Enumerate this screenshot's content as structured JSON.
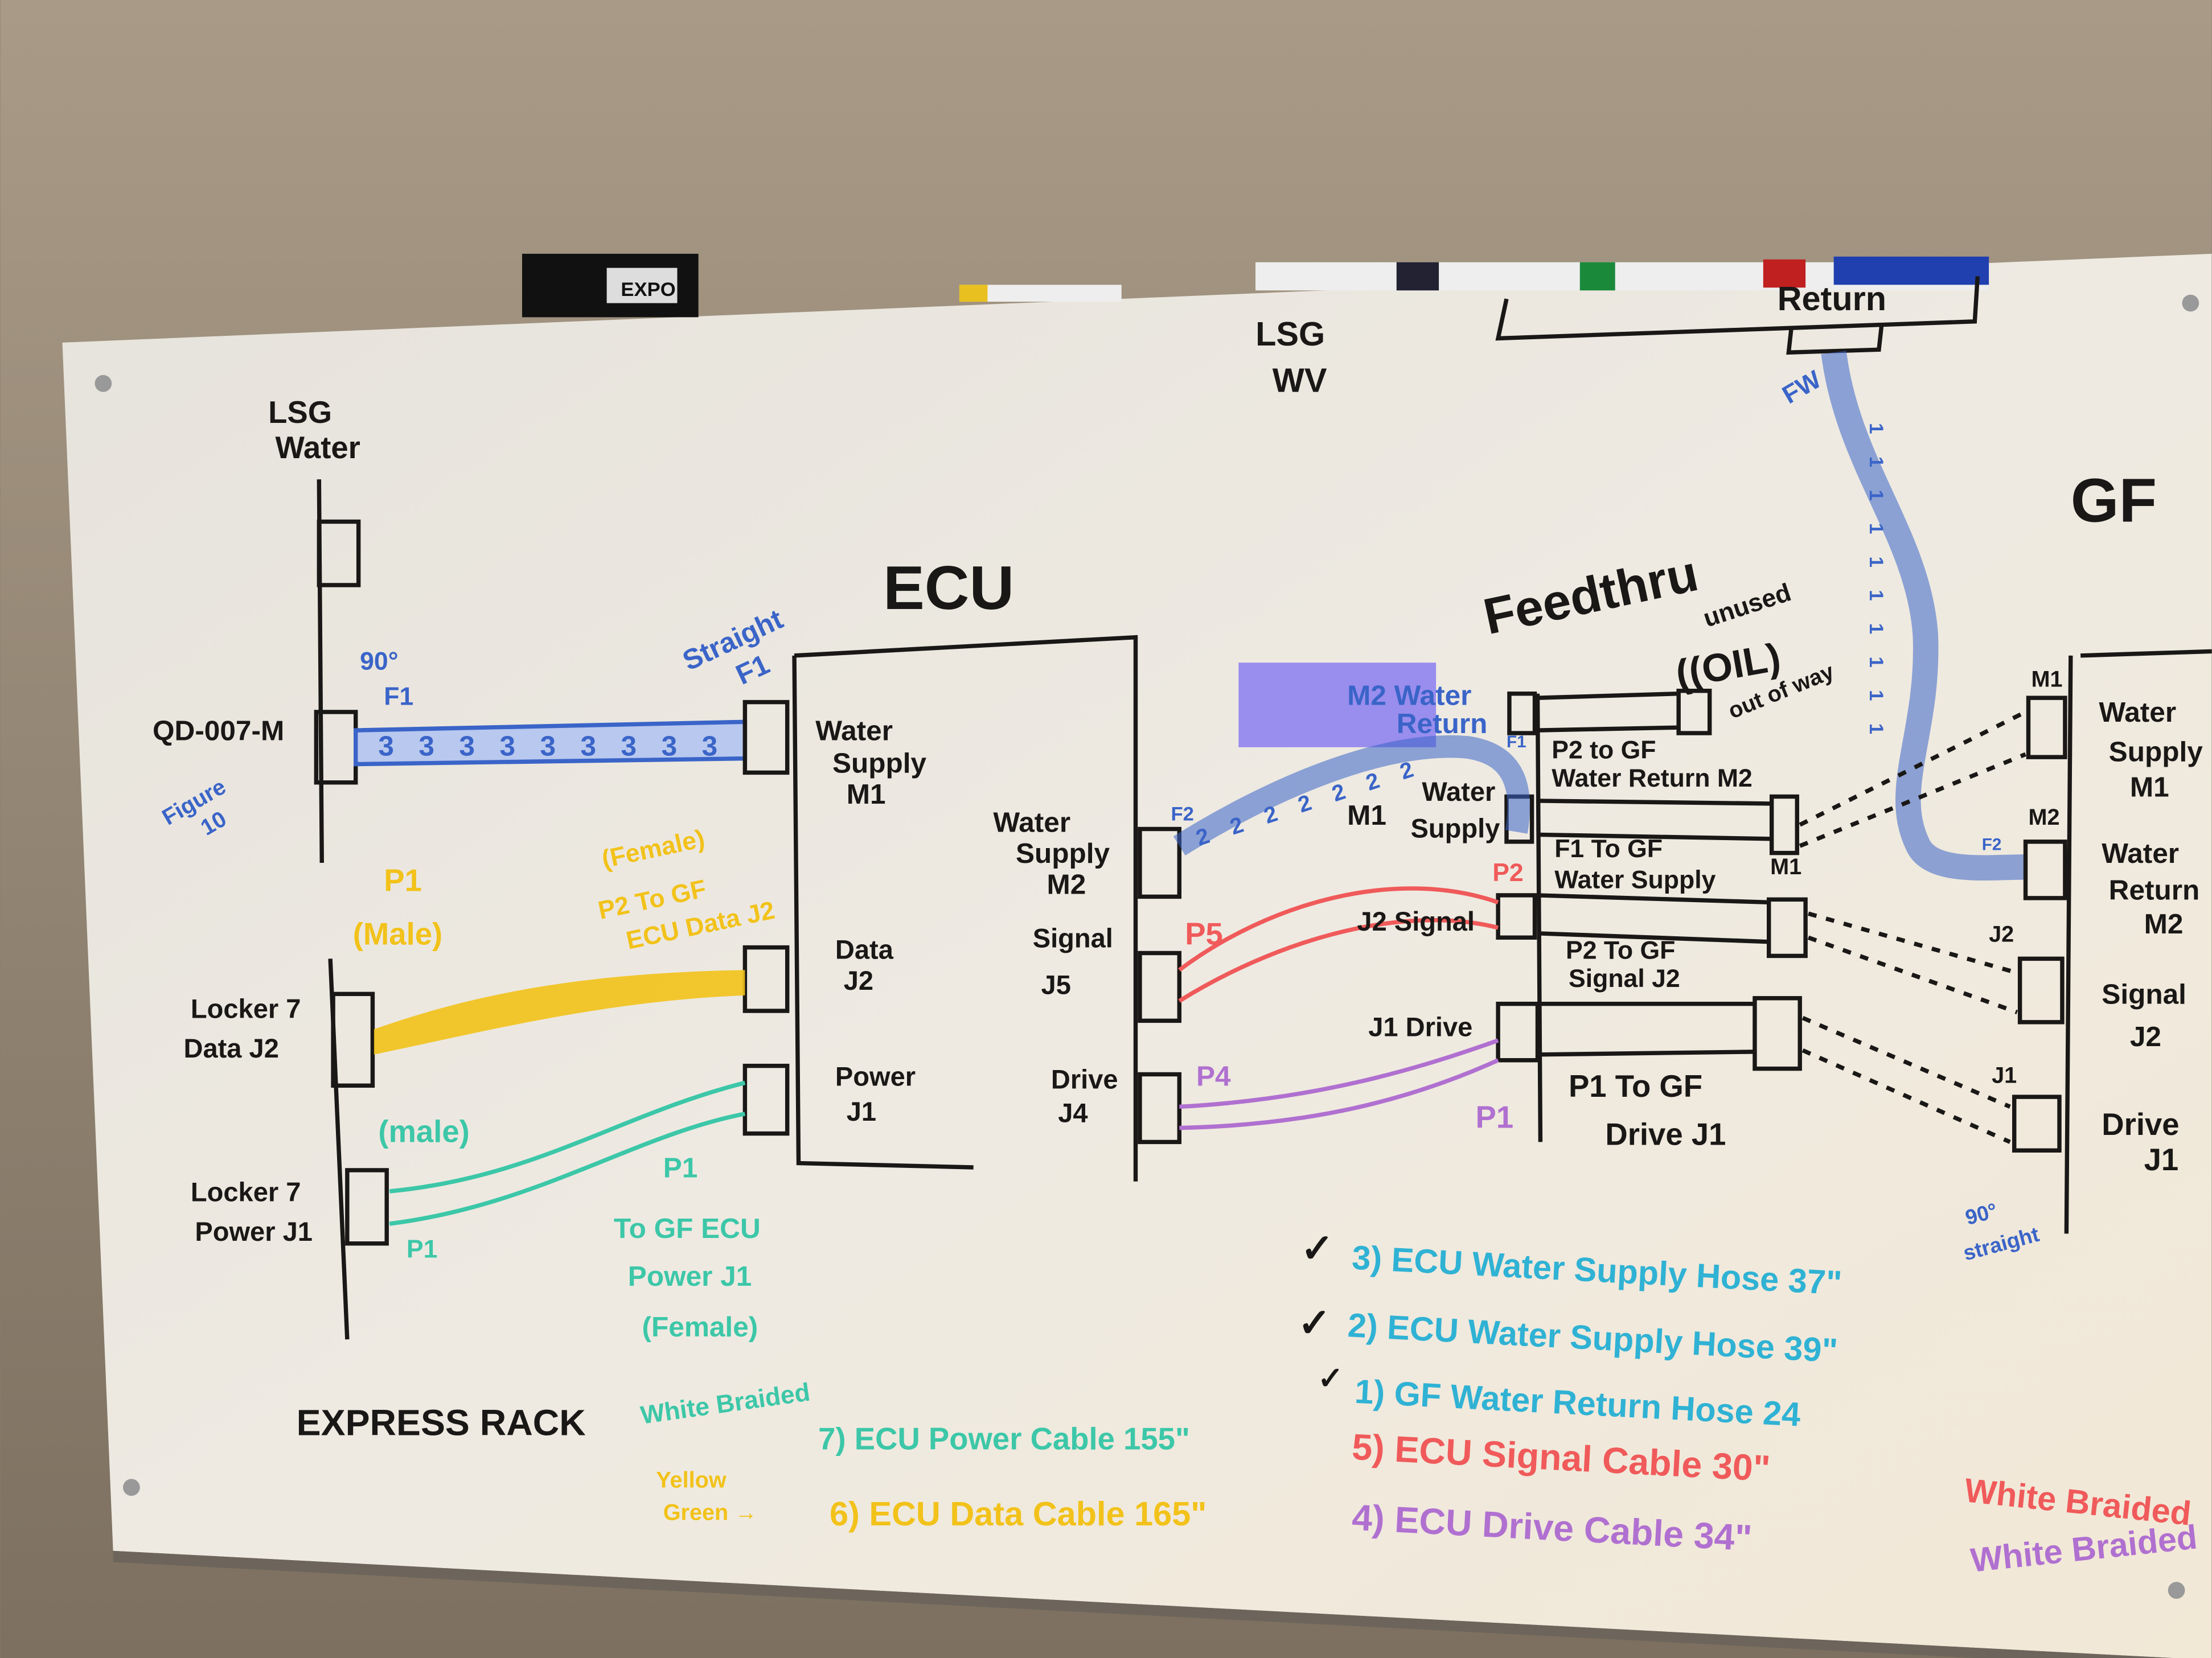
{
  "eraser_label": "EXPO",
  "labels": {
    "lsg_water": [
      "LSG",
      "Water"
    ],
    "qd": "QD-007-M",
    "ninety_f1": [
      "90°",
      "F1"
    ],
    "figure": [
      "Figure",
      "10"
    ],
    "hose_marks_left": "3 3 3 3 3 3 3 3 3",
    "straight_f1": [
      "Straight",
      "F1"
    ],
    "ecu": "ECU",
    "ecu_water_supply_m1": [
      "Water",
      "Supply",
      "M1"
    ],
    "ecu_water_supply_m2": [
      "Water",
      "Supply",
      "M2"
    ],
    "ecu_data": [
      "Data",
      "J2"
    ],
    "ecu_signal": [
      "Signal",
      "J5"
    ],
    "ecu_power": [
      "Power",
      "J1"
    ],
    "ecu_drive": [
      "Drive",
      "J4"
    ],
    "p1_male_yellow": [
      "P1",
      "(Male)"
    ],
    "yellow_female": [
      "(Female)",
      "P2 To GF",
      "ECU Data J2"
    ],
    "locker_data": [
      "Locker 7",
      "Data J2"
    ],
    "teal_male": "(male)",
    "teal_p1_top": "P1",
    "teal_p1_bottom": "P1",
    "locker_power": [
      "Locker 7",
      "Power J1"
    ],
    "teal_to_gf": [
      "To GF ECU",
      "Power J1",
      "(Female)"
    ],
    "express_rack": "EXPRESS RACK",
    "white_braided_teal": "White Braided",
    "power_cable": "7) ECU Power Cable 155\"",
    "yellow_green": [
      "Yellow",
      "Green →"
    ],
    "data_cable": "6) ECU Data Cable 165\"",
    "lsg_wv": [
      "LSG",
      "WV"
    ],
    "return": "Return",
    "fw": "FW",
    "hose_marks_right": "1 1 1 1 1 1 1 1 1 1",
    "hose_marks_mid": "2 2 2 2 2 2 2",
    "gf": "GF",
    "feedthru": "Feedthru",
    "unused": "unused",
    "oil": "((OIL)",
    "out_of_way": "out of way",
    "m2_water_return": [
      "M2 Water",
      "Return"
    ],
    "f2_left": "F2",
    "f1_small": "F1",
    "m1": "M1",
    "water_supply_ft": [
      "Water",
      "Supply"
    ],
    "p2_water_return": [
      "P2 to GF",
      "Water Return M2"
    ],
    "f1_water_supply": [
      "F1 To GF",
      "Water Supply"
    ],
    "m1_right": "M1",
    "p5": "P5",
    "p2_red": "P2",
    "j2_signal": "J2 Signal",
    "p2_signal": [
      "P2 To GF",
      "Signal J2"
    ],
    "j1_drive": "J1 Drive",
    "p4": "P4",
    "p1_purple": "P1",
    "p1_drive": [
      "P1 To GF",
      "Drive J1"
    ],
    "gf_m1": "M1",
    "gf_water_supply": [
      "Water",
      "Supply",
      "M1"
    ],
    "gf_m2": "M2",
    "gf_water_return": [
      "Water",
      "Return",
      "M2"
    ],
    "gf_j2": "J2",
    "gf_signal": [
      "Signal",
      "J2"
    ],
    "gf_j1": "J1",
    "gf_drive": [
      "Drive",
      "J1"
    ],
    "f2_right": "F2",
    "ninety_straight": [
      "90°",
      "straight"
    ]
  },
  "legend": [
    {
      "check": "✓",
      "text": "3) ECU Water Supply Hose 37\""
    },
    {
      "check": "✓",
      "text": "2) ECU Water Supply Hose 39\""
    },
    {
      "check": "✓",
      "text": "1) GF Water Return Hose 24"
    },
    {
      "check": "",
      "text": "5) ECU Signal Cable 30\""
    },
    {
      "check": "",
      "text": "4) ECU Drive Cable 34\""
    }
  ],
  "white_braided_red": "White Braided",
  "white_braided_purple": "White Braided"
}
